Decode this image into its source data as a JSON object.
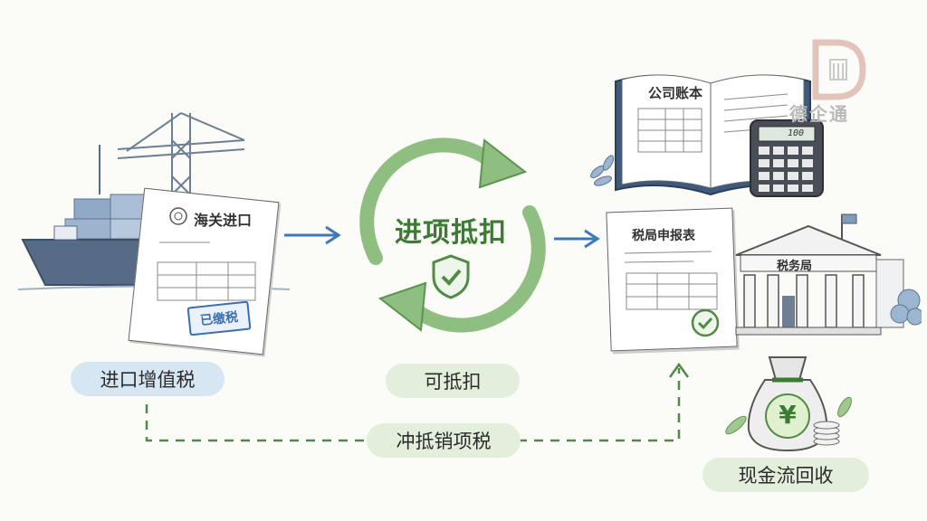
{
  "watermark": {
    "logo_text": "德企通"
  },
  "customs_doc": {
    "title": "海关进口",
    "stamp": "已缴税"
  },
  "center": {
    "title": "进项抵扣"
  },
  "ledger": {
    "title": "公司账本",
    "calculator_display": "100"
  },
  "tax_form": {
    "title": "税局申报表"
  },
  "building": {
    "sign": "税务局"
  },
  "money_bag": {
    "symbol": "¥"
  },
  "labels": {
    "import_vat": "进口增值税",
    "deductible": "可抵扣",
    "offset": "冲抵销项税",
    "cashflow": "现金流回收"
  },
  "colors": {
    "blue_arrow": "#3f78b8",
    "green": "#4f8a46",
    "dash_green": "#4f8a46"
  }
}
